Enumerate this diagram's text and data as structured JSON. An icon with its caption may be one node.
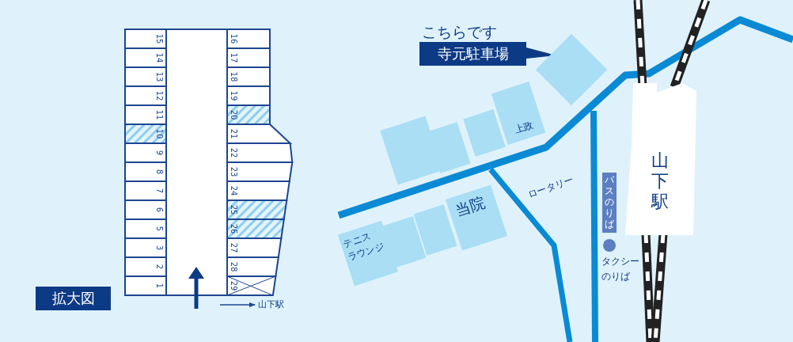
{
  "diagram": {
    "nodes": [
      {
        "text": [
          "15"
        ]
      },
      {
        "text": [
          "14"
        ]
      },
      {
        "text": [
          "13"
        ]
      },
      {
        "text": [
          "12"
        ]
      },
      {
        "text": [
          "11"
        ]
      },
      {
        "text": [
          "10"
        ]
      },
      {
        "text": [
          "9"
        ]
      },
      {
        "text": [
          "8"
        ]
      },
      {
        "text": [
          "7"
        ]
      },
      {
        "text": [
          "6"
        ]
      },
      {
        "text": [
          "5"
        ]
      },
      {
        "text": [
          "3"
        ]
      },
      {
        "text": [
          "2"
        ]
      },
      {
        "text": [
          "1"
        ]
      },
      {
        "text": [
          "16"
        ]
      },
      {
        "text": [
          "17"
        ]
      },
      {
        "text": [
          "18"
        ]
      },
      {
        "text": [
          "19"
        ]
      },
      {
        "text": [
          "20"
        ]
      },
      {
        "text": [
          "21"
        ]
      },
      {
        "text": [
          "22"
        ]
      },
      {
        "text": [
          "23"
        ]
      },
      {
        "text": [
          "24"
        ]
      },
      {
        "text": [
          "25"
        ]
      },
      {
        "text": [
          "26"
        ]
      },
      {
        "text": [
          "27"
        ]
      },
      {
        "text": [
          "28"
        ]
      },
      {
        "text": [
          "29"
        ]
      },
      {
        "text": [
          "拡大図"
        ]
      },
      {
        "text": [
          "山下駅"
        ]
      },
      {
        "text": [
          "寺元駐車場"
        ]
      },
      {
        "text": [],
        "shape": "box"
      },
      {
        "text": [],
        "shape": "box"
      },
      {
        "text": [],
        "shape": "box"
      },
      {
        "text": [],
        "shape": "box"
      },
      {
        "text": [
          "上政"
        ]
      },
      {
        "text": [
          "テニス",
          "ラウンジ"
        ]
      },
      {
        "text": [],
        "shape": "box"
      },
      {
        "text": [],
        "shape": "box"
      },
      {
        "text": [
          "当院"
        ]
      },
      {
        "text": [
          "山下駅"
        ]
      },
      {
        "text": [
          "バスのりば"
        ]
      },
      {
        "text": [],
        "shape": "circle",
        "beside": [
          "タクシー",
          "のりば"
        ]
      }
    ],
    "edges": [
      {
        "from": 30,
        "to": 31,
        "arrow": "none"
      },
      {
        "from": null,
        "to": 29,
        "arrow": "to"
      }
    ],
    "labels": [
      "こちらです",
      "ロータリー"
    ]
  }
}
